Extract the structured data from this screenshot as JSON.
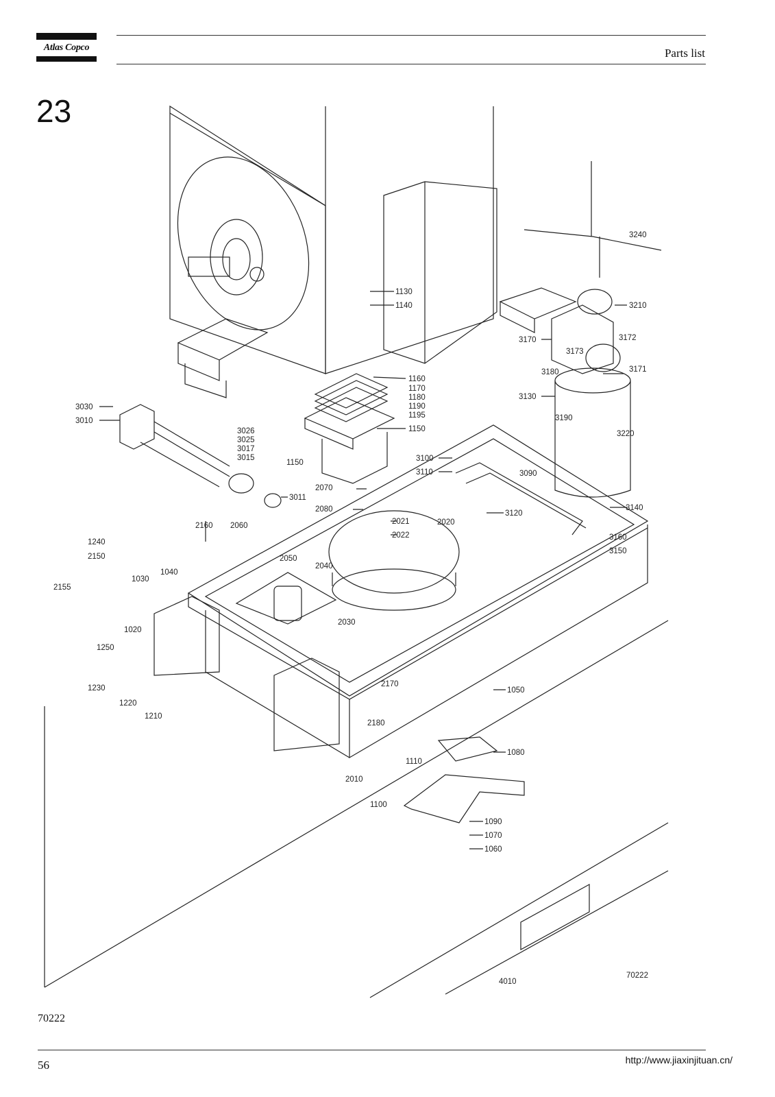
{
  "header": {
    "brand": "Atlas Copco",
    "title": "Parts list"
  },
  "section_number": "23",
  "figure_id_left": "70222",
  "figure_id_right": "70222",
  "part_labels": [
    "1130",
    "1140",
    "1160",
    "1170",
    "1180",
    "1190",
    "1195",
    "1150",
    "1150",
    "3030",
    "3010",
    "3026",
    "3025",
    "3017",
    "3015",
    "3011",
    "3240",
    "3210",
    "3170",
    "3172",
    "3173",
    "3171",
    "3180",
    "3130",
    "3190",
    "3220",
    "3100",
    "3110",
    "3090",
    "3120",
    "3140",
    "3160",
    "3150",
    "2070",
    "2080",
    "2021",
    "2022",
    "2020",
    "2160",
    "2060",
    "1240",
    "2150",
    "2155",
    "1040",
    "1030",
    "2050",
    "2040",
    "2030",
    "1020",
    "1250",
    "1230",
    "1220",
    "1210",
    "2170",
    "2180",
    "1050",
    "1080",
    "1110",
    "2010",
    "1100",
    "1090",
    "1070",
    "1060",
    "4010"
  ],
  "footer": {
    "page_number": "56",
    "url": "http://www.jiaxinjituan.cn/"
  }
}
